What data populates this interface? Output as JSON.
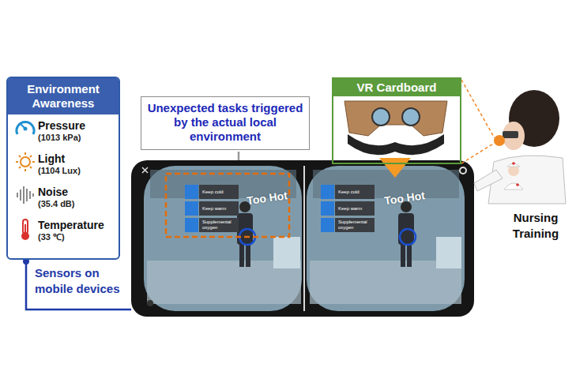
{
  "diagram": {
    "nodes": [
      {
        "text": [
          "Environment Awareness"
        ]
      },
      {
        "text": [
          "Pressure",
          "(1013 kPa)"
        ],
        "in": 0
      },
      {
        "text": [
          "Light",
          "(1104 Lux)"
        ],
        "in": 0
      },
      {
        "text": [
          "Noise",
          "(35.4 dB)"
        ],
        "in": 0
      },
      {
        "text": [
          "Temperature",
          "(33 ℃)"
        ],
        "in": 0
      },
      {
        "text": [
          "Unexpected tasks triggered by the actual local environment"
        ]
      },
      {
        "text": [
          "VR Cardboard"
        ]
      }
    ],
    "labels": [
      "Sensors on mobile devices",
      "Keep cold",
      "Keep warm",
      "Supplemental oxygen",
      "Too Hot",
      "Keep cold",
      "Keep warm",
      "Supplemental oxygen",
      "Too Hot",
      "Nursing Training"
    ]
  }
}
